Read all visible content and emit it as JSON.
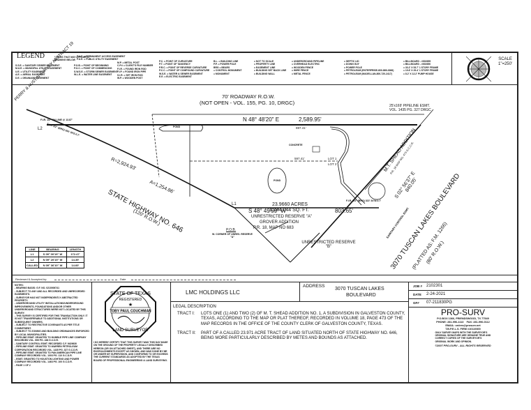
{
  "legend": {
    "title": "LEGEND",
    "note": "* ITEMS THAT MAY APPEAR IN DRAWING BELOW",
    "abbrev_col1": [
      "S.S.E. = SANITARY SEWER EASEMENT",
      "M.U.E. = MUNICIPAL UTILITY EASEMENT",
      "U.E. = UTILITY EASEMENT",
      "A.E. = AERIAL EASEMENT",
      "D.E. = DRAINAGE EASEMENT"
    ],
    "abbrev_col2": [
      "P.A.E. = PERMANENT ACCESS EASEMENT",
      "P.U.E. = PUBLIC UTILITY EASEMENT",
      "P.O.B. = POINT OF BEGINNING",
      "P.O.C. = POINT OF COMMENCING",
      "S.W.S.E. = STORM SEWER EASEMENT",
      "W.L.E. = WATER LINE EASEMENT",
      "FND. = FOUND"
    ],
    "abbrev_col3": [
      "M.P. = METAL POST",
      "C.P.# = CLIENT'S FILE NUMBER",
      "F.I.R. = FOUND IRON ROD",
      "F.I.P. = FOUND IRON PIPE",
      "S.I.R. = SET IRON ROD",
      "W.P. = WOODEN POST"
    ],
    "abbrev_col4": [
      "P.C. = POINT OF CURVATURE",
      "P.T. = POINT OF TANGENCY",
      "P.R.C. = POINT OF REVERSE CURVATURE",
      "P.C.C. = POINT OF COMPOUND CURVATURE",
      "W.S.E. = WATER & SEWER EASEMENT",
      "E.E. = ELECTRIC EASEMENT"
    ],
    "abbrev_col5": [
      "B.L. = BUILDING LINE",
      "P.P. = POWER POLE",
      "BRG = BEARS",
      "= CONTROL MONUMENT",
      "= MONUMENT"
    ],
    "lines_col": [
      "= NOT TO SCALE",
      "= PROPERTY LINE",
      "= EASEMENT LINE",
      "= BUILDING SET BACK LINE",
      "= BUILDING WALL"
    ],
    "fences_col": [
      "= UNDERGROUND PIPELINE",
      "= OVERHEAD ELECTRIC",
      "= WOODEN FENCE",
      "= WIRE FENCE",
      "= METAL FENCE"
    ],
    "symbols_col": [
      "= SEPTIC LID",
      "= DOWN GUY",
      "= POWER POLE",
      "= PETROLEUM (ENTERPRISE-800-869-3366)",
      "= PETROLEUM (MAGELLAN-800-720-2417)"
    ],
    "structures_col": [
      "= BILLBOARD - #002655",
      "= BILLBOARD - #002650",
      "= 33.2' X 53.7' 1 STORY FRAME",
      "= 19.6' X 29.4' 1 STORY FRAME",
      "= 8.2' X 12.2' PUMP HOUSE"
    ]
  },
  "scale": {
    "label": "SCALE",
    "value": "1\"=250'"
  },
  "map": {
    "road_north": "70' ROADWAY R.O.W.",
    "road_north_ref": "(NOT OPEN - VOL. 155, PG. 10, DRGC)",
    "pipeline": "25'x169' PIPELINE ESMT.",
    "pipeline_ref": "VOL. 1435 PG. 327 DRGC",
    "north_bearing": "N 48° 48'20\" E",
    "north_distance": "2,589.95'",
    "survey_name": "PERRY & AUSTIN SURVEY ABSTRACT 19",
    "fir_online": "F.I.R. 1/2\" ON LINE @ 13.87'",
    "fir_l2": "F.I.R. 1/2\" (BRG) 550' 36'E-0.7'",
    "curve_r": "R=2,924.93'",
    "curve_a": "A=1,254.86'",
    "highway": "STATE HIGHWAY NO. 646",
    "highway_row": "(120' R.O.W.)",
    "pond_north": "POND",
    "pond": "POND",
    "concrete": "CONCRETE",
    "dist_697": "697.41'",
    "dist_597": "597.41'",
    "lot1": "LOT 1",
    "lot2": "LOT 2",
    "acres": "23.9660 ACRES",
    "sqft": "1,044,044 SQ. FT.",
    "shead": "M.T. SHEAD ADDITION",
    "shead_ref": "P.R. 18 MAP NO. 473 G.C.C.R.",
    "east_bearing": "S 02° 56'37\" E",
    "east_distance": "840.05'",
    "sanitary": "SANITARY CONTROL ESMT.",
    "tuscan": "3070 TUSCAN LAKES BOULEVARD",
    "tuscan_sub": "(PLATTED AS: F.M. 1266)",
    "tuscan_row": "(80' R.O.W.)",
    "south_bearing": "S 48° 49'59\" W",
    "south_distance": "803.65'",
    "fir_34": "F.I.R. 3/4\" (BRG) 322' 34'W-0.7'",
    "reserve_a": "UNRESTRICTED RESERVE \"A\"",
    "grover": "GROVER ADDITION",
    "grover_ref": "P.R. 18, MAP NO 683",
    "reserve_b": "UNRESTRICTED RESERVE \"B\"",
    "pob": "P.O.B.",
    "pob_desc": "W. CORNER OF UNRES. RESERVE \"A\"",
    "l1": "L1",
    "l2": "L2",
    "fir_58": "F.I.R. 5/8\"",
    "fir_12": "F.I.R. 1/2\""
  },
  "line_table": {
    "headers": [
      "LINE",
      "BEARING",
      "LENGTH"
    ],
    "rows": [
      [
        "L1",
        "S 09° 00'19\" W",
        "172.47'"
      ],
      [
        "L2",
        "N 09° 20'19\" W",
        "14.39'"
      ],
      [
        "CALLED",
        "N 09° 36'10\" W",
        "14.60'"
      ]
    ]
  },
  "review": {
    "accepted_label": "Reviewed & Accepted by:",
    "date_label": "Date"
  },
  "notes": {
    "title": "NOTES:",
    "items": [
      "- BEARING BASIS: G.F. NO. 0210006741",
      "- SUBJECT TO ANY AND ALL RECORDED AND UNRECORDED EASEMENTS.",
      "- SURVEYOR HAS NOT INDEPENDENTLY ABSTRACTED PROPERTY.",
      "- UNDERGROUND UTILITY INSTALLATIONS/UNDERGROUND IMPROVEMENTS, FOUNDATIONS AND/OR OTHER UNDERGROUND STRUCTURES WERE NOT LOCATED BY THIS SURVEY.",
      "- THIS SURVEY IS CERTIFIED FOR THIS TRANSACTION ONLY. IT IS NOT TRANSFERABLE TO ADDITIONAL INSTITUTIONS OR SUBSEQUENT OWNERS.",
      "- SUBJECT TO RESTRICTIVE COVENANTS AS PER TITLE COMMITMENT.",
      "- SUBJECT TO ZONING AND BUILDING ORDINANCES ENFORCED BY LOCAL MUNICIPALITIES.",
      "- PIPELINE ESMT. GRANTED TO HUMBLE PIPE LINE COMPANY RECORDED VOL. 599 PG. 438 G.C.D.R.",
      "- SANITARY CONTROL ESMT. RECORDED C.F. 9429630",
      "- PIPELINE ESMT. GRANTED TO WARREN PETROLEUM CORPORATION RECORDED VOL. 1435 PG. 327 G.C.D.R.",
      "- PIPELINE ESMT. GRANTED TO PAN AMERICAN PIPE LINE COMPANY RECORDED VOL. 1003 PG. 110 G.C.D.R.",
      "- ESMT. GRANTED TO HOUSTON LIGHTING AND POWER COMPANY RECORDED VOL. 1463 PG. 100 G.C.D.R.",
      "- PAGE 1 OF 2"
    ]
  },
  "seal": {
    "top": "STATE OF TEXAS",
    "registered": "REGISTERED",
    "name": "TOBY PAUL COUCHMAN",
    "bottom": "LAND SURVEYOR"
  },
  "certification": "I DO HEREBY CERTIFY THAT THIS SURVEY WAS THIS DAY MADE ON THE GROUND OF THE PROPERTY LEGALLY DESCRIBED HEREON (OR ON ATTACHED SHEET), AND THERE ARE NO ENCROACHMENTS EXCEPT AS SHOWN, AND WAS DONE BY ME OR UNDER MY SUPERVISION, AND CONFORMS TO OR EXCEEDS THE CURRENT STANDARDS AS ADOPTED BY THE TEXAS BOARD OF PROFESSIONAL ENGINEERING & LAND SURVEYING.",
  "owner": "LMC HOLDINGS LLC",
  "address": {
    "label": "ADDRESS",
    "line1": "3070 TUSCAN LAKES",
    "line2": "BOULEVARD"
  },
  "legal": {
    "title": "LEGAL DESCRIPTION",
    "tract1_label": "TRACT I:",
    "tract1": "LOTS ONE (1) AND TWO (2) OF M. T. SHEAD ADDITION NO. 1, A SUBDIVISION IN GALVESTON COUNTY, TEXAS, ACCORDING TO THE MAP OR PLAT THEREOF, RECORDED IN VOLUME 18, PAGE 473 OF THE MAP RECORDS IN THE OFFICE OF THE COUNTY CLERK OF GALVESTON COUNTY, TEXAS.",
    "tract2_label": "TRACT II:",
    "tract2": "PART OF A CALLED 23.971 ACRE TRACT OF LAND SITUATED NORTH OF STATE HIGHWAY NO. 646, BEING MORE PARTICULARLY DESCRIBED BY METES AND BOUNDS AS ATTACHED."
  },
  "job": {
    "job_label": "JOB #",
    "job_value": "2102301",
    "date_label": "DATE",
    "date_value": "2-24-2021",
    "gf_label": "GF#",
    "gf_value": "07-211830PG"
  },
  "firm": {
    "name": "PRO-SURV",
    "address": "P.O.BOX 1366, FRIENDSWOOD, TX 77549",
    "phone": "PHONE: 281-996-1113",
    "fax": "FAX: 281-996-0112",
    "email": "EMAIL: orders@prosurv.net",
    "firm_no": "T.B.P.E.L.S. FIRM #10119300",
    "disclaimer": "ONLY SURVEY MAPS WITH THE SURVEYOR'S ORIGINAL SIGNATURE ARE GENUINE TRUE AND CORRECT COPIES OF THE SURVEYOR'S ORIGINAL WORK AND OPINION.",
    "copyright": "©2007 PRO-SURV - ALL RIGHTS RESERVED"
  }
}
